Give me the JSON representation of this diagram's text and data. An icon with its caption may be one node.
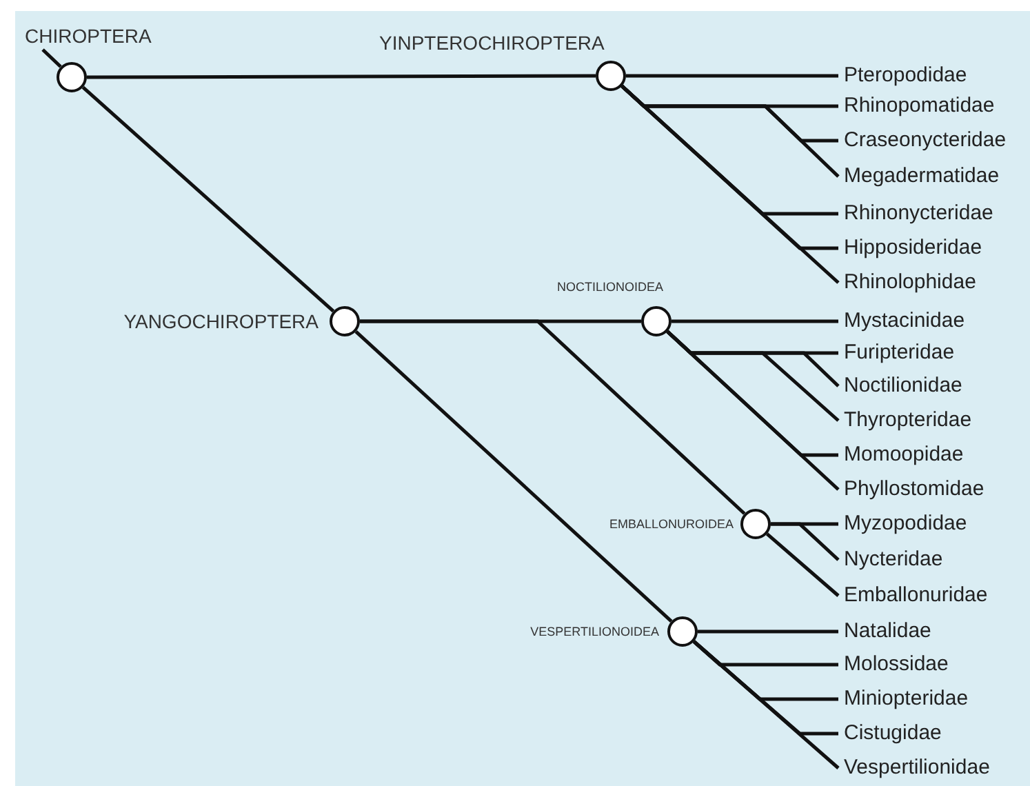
{
  "diagram": {
    "nodes": [
      {
        "text": [
          "CHIROPTERA"
        ]
      },
      {
        "text": [
          "YINPTEROCHIROPTERA"
        ]
      },
      {
        "text": [
          "Pteropodidae"
        ]
      },
      {
        "text": [
          "Rhinopomatidae"
        ]
      },
      {
        "text": [
          "Craseonycteridae"
        ]
      },
      {
        "text": [
          "Megadermatidae"
        ]
      },
      {
        "text": [
          "Rhinonycteridae"
        ]
      },
      {
        "text": [
          "Hipposideridae"
        ]
      },
      {
        "text": [
          "Rhinolophidae"
        ]
      },
      {
        "text": [
          "NOCTILIONOIDEA"
        ]
      },
      {
        "text": [
          "YANGOCHIROPTERA"
        ]
      },
      {
        "text": [
          "Mystacinidae"
        ]
      },
      {
        "text": [
          "Furipteridae"
        ]
      },
      {
        "text": [
          "Noctilionidae"
        ]
      },
      {
        "text": [
          "Thyropteridae"
        ]
      },
      {
        "text": [
          "Momoopidae"
        ]
      },
      {
        "text": [
          "Phyllostomidae"
        ]
      },
      {
        "text": [
          "EMBALLONUROIDEA"
        ]
      },
      {
        "text": [
          "Myzopodidae"
        ]
      },
      {
        "text": [
          "Nycteridae"
        ]
      },
      {
        "text": [
          "Emballonuridae"
        ]
      },
      {
        "text": [
          "VESPERTILIONOIDEA"
        ]
      },
      {
        "text": [
          "Natalidae"
        ]
      },
      {
        "text": [
          "Molossidae"
        ]
      },
      {
        "text": [
          "Miniopteridae"
        ]
      },
      {
        "text": [
          "Cistugidae"
        ]
      },
      {
        "text": [
          "Vespertilionidae"
        ]
      }
    ],
    "edges": [
      {
        "from": null,
        "to": 0,
        "arrow": "none"
      },
      {
        "from": 0,
        "to": 1,
        "arrow": "none"
      },
      {
        "from": 0,
        "to": 10,
        "arrow": "none"
      },
      {
        "from": 1,
        "to": 2,
        "arrow": "none"
      },
      {
        "from": 1,
        "to": 3,
        "arrow": "none"
      },
      {
        "from": 1,
        "to": 4,
        "arrow": "none"
      },
      {
        "from": 1,
        "to": 5,
        "arrow": "none"
      },
      {
        "from": 1,
        "to": 6,
        "arrow": "none"
      },
      {
        "from": 1,
        "to": 7,
        "arrow": "none"
      },
      {
        "from": 1,
        "to": 8,
        "arrow": "none"
      },
      {
        "from": 10,
        "to": 9,
        "arrow": "none"
      },
      {
        "from": 9,
        "to": 11,
        "arrow": "none"
      },
      {
        "from": 9,
        "to": 12,
        "arrow": "none"
      },
      {
        "from": 9,
        "to": 13,
        "arrow": "none"
      },
      {
        "from": 9,
        "to": 14,
        "arrow": "none"
      },
      {
        "from": 9,
        "to": 15,
        "arrow": "none"
      },
      {
        "from": 9,
        "to": 16,
        "arrow": "none"
      },
      {
        "from": 10,
        "to": 17,
        "arrow": "none"
      },
      {
        "from": 17,
        "to": 18,
        "arrow": "none"
      },
      {
        "from": 17,
        "to": 19,
        "arrow": "none"
      },
      {
        "from": 17,
        "to": 20,
        "arrow": "none"
      },
      {
        "from": 10,
        "to": 21,
        "arrow": "none"
      },
      {
        "from": 21,
        "to": 22,
        "arrow": "none"
      },
      {
        "from": 21,
        "to": 23,
        "arrow": "none"
      },
      {
        "from": 21,
        "to": 24,
        "arrow": "none"
      },
      {
        "from": 21,
        "to": 25,
        "arrow": "none"
      },
      {
        "from": 21,
        "to": 26,
        "arrow": "none"
      }
    ]
  }
}
